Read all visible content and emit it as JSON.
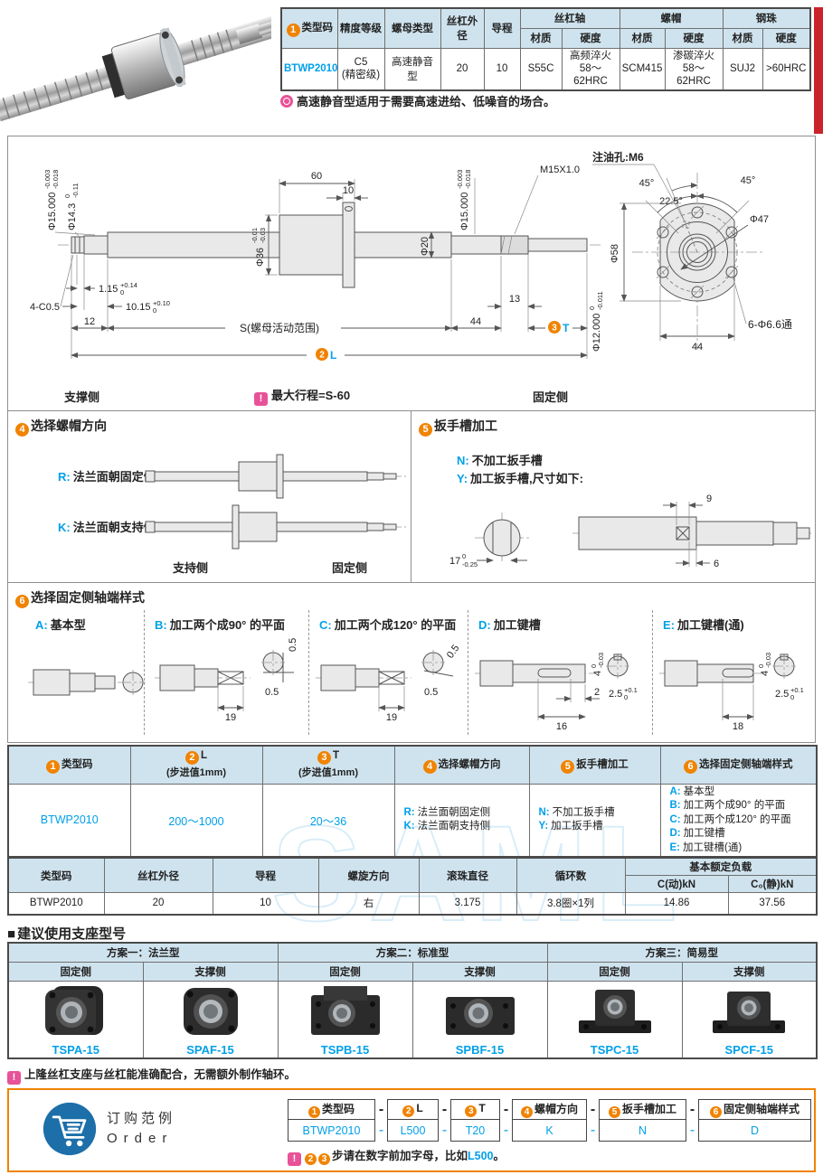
{
  "colors": {
    "accent_orange": "#f08300",
    "accent_blue": "#00a0e9",
    "header_blue": "#cfe3ee",
    "pink": "#e85298",
    "edge_tab_red": "#c9242b"
  },
  "watermark": {
    "text": "SAML"
  },
  "top": {
    "table": {
      "c1num": "1",
      "c1": "类型码",
      "c2": "精度等级",
      "c3": "螺母类型",
      "c4": "丝杠外径",
      "c5": "导程",
      "g1": "丝杠轴",
      "g2": "螺帽",
      "g3": "钢珠",
      "sub_m": "材质",
      "sub_h": "硬度",
      "row": {
        "code": "BTWP2010",
        "precision": "C5\n(精密级)",
        "nut_type": "高速静音型",
        "od": "20",
        "lead": "10",
        "shaft_m": "S55C",
        "shaft_h": "高频淬火\n58～62HRC",
        "nut_m": "SCM415",
        "nut_h": "渗碳淬火\n58～62HRC",
        "ball_m": "SUJ2",
        "ball_h": ">60HRC"
      }
    },
    "note": "高速静音型适用于需要高速进给、低噪音的场合。"
  },
  "drawing": {
    "dim_60": "60",
    "dim_10": "10",
    "dim_12": "12",
    "dim_13": "13",
    "dim_44": "44",
    "d20": "Φ20",
    "m15": "M15X1.0",
    "chamfer": "4-C0.5",
    "d15L_main": "Φ15.000",
    "d15L_tu": "-0.003",
    "d15L_tl": "-0.018",
    "d143_main": "Φ14.3",
    "d143_tu": "0",
    "d143_tl": "-0.11",
    "d36_main": "Φ36",
    "d36_tu": "-0.01",
    "d36_tl": "-0.03",
    "d15R_main": "Φ15.000",
    "d15R_tu": "-0.003",
    "d15R_tl": "-0.018",
    "d12_main": "Φ12.000",
    "d12_tu": "0",
    "d12_tl": "-0.011",
    "d115_main": "1.15",
    "d115_tu": "+0.14",
    "d115_tl": "0",
    "d1015_main": "10.15",
    "d1015_tu": "+0.10",
    "d1015_tl": "0",
    "s_label": "S(螺母活动范围)",
    "L_num": "2",
    "L": "L",
    "T_num": "3",
    "T": "T",
    "support_side": "支撑侧",
    "fixed_side": "固定侧",
    "max_stroke": "最大行程=S-60",
    "flange": {
      "oil": "注油孔:M6",
      "a45l": "45°",
      "a45r": "45°",
      "a225": "22.5°",
      "d58": "Φ58",
      "d47": "Φ47",
      "holes": "6-Φ6.6通",
      "w44": "44"
    }
  },
  "section4": {
    "num": "4",
    "title": "选择螺帽方向",
    "r_key": "R:",
    "r_text": "法兰面朝固定侧",
    "k_key": "K:",
    "k_text": "法兰面朝支持侧",
    "left": "支持侧",
    "right": "固定侧"
  },
  "section5": {
    "num": "5",
    "title": "扳手槽加工",
    "n_key": "N:",
    "n_text": "不加工扳手槽",
    "y_key": "Y:",
    "y_text": "加工扳手槽,尺寸如下:",
    "dim9": "9",
    "dim6": "6",
    "d17_main": "17",
    "d17_tu": "0",
    "d17_tl": "-0.25"
  },
  "section6": {
    "num": "6",
    "title": "选择固定侧轴端样式",
    "a_key": "A:",
    "a_text": "基本型",
    "b_key": "B:",
    "b_text": "加工两个成90° 的平面",
    "b_19": "19",
    "b_05a": "0.5",
    "b_05b": "0.5",
    "c_key": "C:",
    "c_text": "加工两个成120° 的平面",
    "c_19": "19",
    "c_05a": "0.5",
    "c_05b": "0.5",
    "d_key": "D:",
    "d_text": "加工键槽",
    "d_2": "2",
    "d_16": "16",
    "d_4m": "4",
    "d_4tu": "0",
    "d_4tl": "-0.03",
    "d_25m": "2.5",
    "d_25tu": "+0.1",
    "d_25tl": "0",
    "e_key": "E:",
    "e_text": "加工键槽(通)",
    "e_18": "18",
    "e_4m": "4",
    "e_4tu": "0",
    "e_4tl": "-0.03",
    "e_25m": "2.5",
    "e_25tu": "+0.1",
    "e_25tl": "0"
  },
  "mid_table": {
    "h1num": "1",
    "h1": "类型码",
    "h2num": "2",
    "h2": "L",
    "h2sub": "(步进值1mm)",
    "h3num": "3",
    "h3": "T",
    "h3sub": "(步进值1mm)",
    "h4num": "4",
    "h4": "选择螺帽方向",
    "h5num": "5",
    "h5": "扳手槽加工",
    "h6num": "6",
    "h6": "选择固定侧轴端样式",
    "code": "BTWP2010",
    "l_range": "200～1000",
    "t_range": "20～36",
    "nut_opts": [
      {
        "k": "R:",
        "t": "法兰面朝固定侧"
      },
      {
        "k": "K:",
        "t": "法兰面朝支持侧"
      }
    ],
    "wrench_opts": [
      {
        "k": "N:",
        "t": "不加工扳手槽"
      },
      {
        "k": "Y:",
        "t": "加工扳手槽"
      }
    ],
    "end_opts": [
      {
        "k": "A:",
        "t": "基本型"
      },
      {
        "k": "B:",
        "t": "加工两个成90° 的平面"
      },
      {
        "k": "C:",
        "t": "加工两个成120° 的平面"
      },
      {
        "k": "D:",
        "t": "加工键槽"
      },
      {
        "k": "E:",
        "t": "加工键槽(通)"
      }
    ]
  },
  "spec_table": {
    "h_code": "类型码",
    "h_od": "丝杠外径",
    "h_lead": "导程",
    "h_dir": "螺旋方向",
    "h_ball": "滚珠直径",
    "h_circ": "循环数",
    "h_load": "基本额定负载",
    "h_c": "C(动)kN",
    "h_c0": "C₀(静)kN",
    "row": {
      "code": "BTWP2010",
      "od": "20",
      "lead": "10",
      "dir": "右",
      "ball": "3.175",
      "circ": "3.8圈×1列",
      "c": "14.86",
      "c0": "37.56"
    }
  },
  "support": {
    "heading": "建议使用支座型号",
    "plans": [
      {
        "title": "方案一：法兰型"
      },
      {
        "title": "方案二：标准型"
      },
      {
        "title": "方案三：简易型"
      }
    ],
    "cols": [
      {
        "side": "固定侧",
        "model": "TSPA-15"
      },
      {
        "side": "支撑侧",
        "model": "SPAF-15"
      },
      {
        "side": "固定侧",
        "model": "TSPB-15"
      },
      {
        "side": "支撑侧",
        "model": "SPBF-15"
      },
      {
        "side": "固定侧",
        "model": "TSPC-15"
      },
      {
        "side": "支撑侧",
        "model": "SPCF-15"
      }
    ],
    "note": "上隆丝杠支座与丝杠能准确配合，无需额外制作轴环。"
  },
  "order": {
    "label_cn": "订购范例",
    "label_en": "Order",
    "headers": [
      {
        "num": "1",
        "t": "类型码"
      },
      {
        "num": "2",
        "t": "L"
      },
      {
        "num": "3",
        "t": "T"
      },
      {
        "num": "4",
        "t": "螺帽方向"
      },
      {
        "num": "5",
        "t": "扳手槽加工"
      },
      {
        "num": "6",
        "t": "固定侧轴端样式"
      }
    ],
    "values": [
      "BTWP2010",
      "L500",
      "T20",
      "K",
      "N",
      "D"
    ],
    "dash": "-",
    "note_n2": "2",
    "note_n3": "3",
    "note_text": "步请在数字前加字母，比如",
    "note_link": "L500",
    "note_end": "。"
  }
}
